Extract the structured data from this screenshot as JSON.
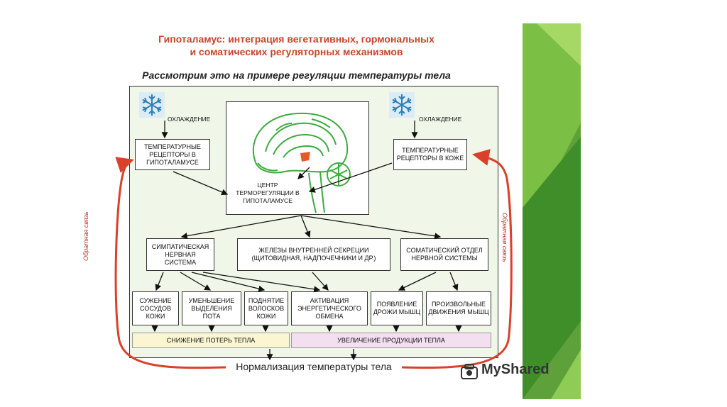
{
  "title_line1": "Гипоталамус: интеграция вегетативных, гормональных",
  "title_line2": "и соматических регуляторных механизмов",
  "subtitle": "Рассмотрим это на примере регуляции температуры тела",
  "cooling_left": "ОХЛАЖДЕНИЕ",
  "cooling_right": "ОХЛАЖДЕНИЕ",
  "receptors_hypothalamus": "ТЕМПЕРАТУРНЫЕ РЕЦЕПТОРЫ В ГИПОТАЛАМУСЕ",
  "receptors_skin": "ТЕМПЕРАТУРНЫЕ РЕЦЕПТОРЫ В КОЖЕ",
  "thermo_center": "ЦЕНТР ТЕРМОРЕГУЛЯЦИИ В ГИПОТАЛАМУСЕ",
  "sympathetic": "СИМПАТИЧЕСКАЯ НЕРВНАЯ СИСТЕМА",
  "endocrine": "ЖЕЛЕЗЫ ВНУТРЕННЕЙ СЕКРЕЦИИ (ЩИТОВИДНАЯ, НАДПОЧЕЧНИКИ И ДР.)",
  "somatic": "СОМАТИЧЕСКИЙ ОТДЕЛ НЕРВНОЙ СИСТЕМЫ",
  "vasoconstriction": "СУЖЕНИЕ СОСУДОВ КОЖИ",
  "sweat_reduction": "УМЕНЬШЕНИЕ ВЫДЕЛЕНИЯ ПОТА",
  "hair_raising": "ПОДНЯТИЕ ВОЛОСКОВ КОЖИ",
  "metabolism": "АКТИВАЦИЯ ЭНЕРГЕТИЧЕСКОГО ОБМЕНА",
  "shivering": "ПОЯВЛЕНИЕ ДРОЖИ МЫШЦ",
  "voluntary": "ПРОИЗВОЛЬНЫЕ ДВИЖЕНИЯ МЫШЦ",
  "heat_loss": "СНИЖЕНИЕ ПОТЕРЬ ТЕПЛА",
  "heat_production": "УВЕЛИЧЕНИЕ ПРОДУКЦИИ ТЕПЛА",
  "normalization": "Нормализация температуры тела",
  "feedback_left": "Обратная связь",
  "feedback_right": "Обратная связь",
  "watermark": "MyShared",
  "colors": {
    "title": "#c7442c",
    "feedback_arrow": "#d9412b",
    "frame_bg": "#f0f6e8",
    "strip_left": "#fbf6d2",
    "strip_right": "#f4dff0",
    "brain": "#3daa3d",
    "green_dark": "#3f8e2a",
    "green_light": "#9fd15a"
  },
  "icons": [
    "snowflake-icon",
    "brain-illustration",
    "myshared-logo-icon"
  ]
}
